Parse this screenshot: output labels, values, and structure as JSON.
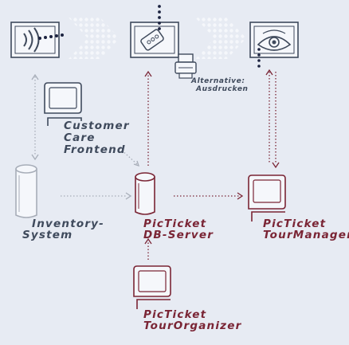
{
  "labels": {
    "customer_care_1": "Customer",
    "customer_care_2": "Care",
    "customer_care_3": "Frontend",
    "inventory_1": "Inventory-",
    "inventory_2": "System",
    "dbserver_1": "PicTicket",
    "dbserver_2": "DB-Server",
    "tourmanager_1": "PicTicket",
    "tourmanager_2": "TourManager",
    "tourorganizer_1": "PicTicket",
    "tourorganizer_2": "TourOrganizer",
    "alternative_1": "Alternative:",
    "alternative_2": "Ausdrucken"
  },
  "colors": {
    "background": "#e7ebf3",
    "slate": "#3f4a5c",
    "gray": "#a7adb8",
    "maroon": "#7a2535",
    "navy": "#1c2340",
    "white_shape": "#f5f7fb"
  }
}
